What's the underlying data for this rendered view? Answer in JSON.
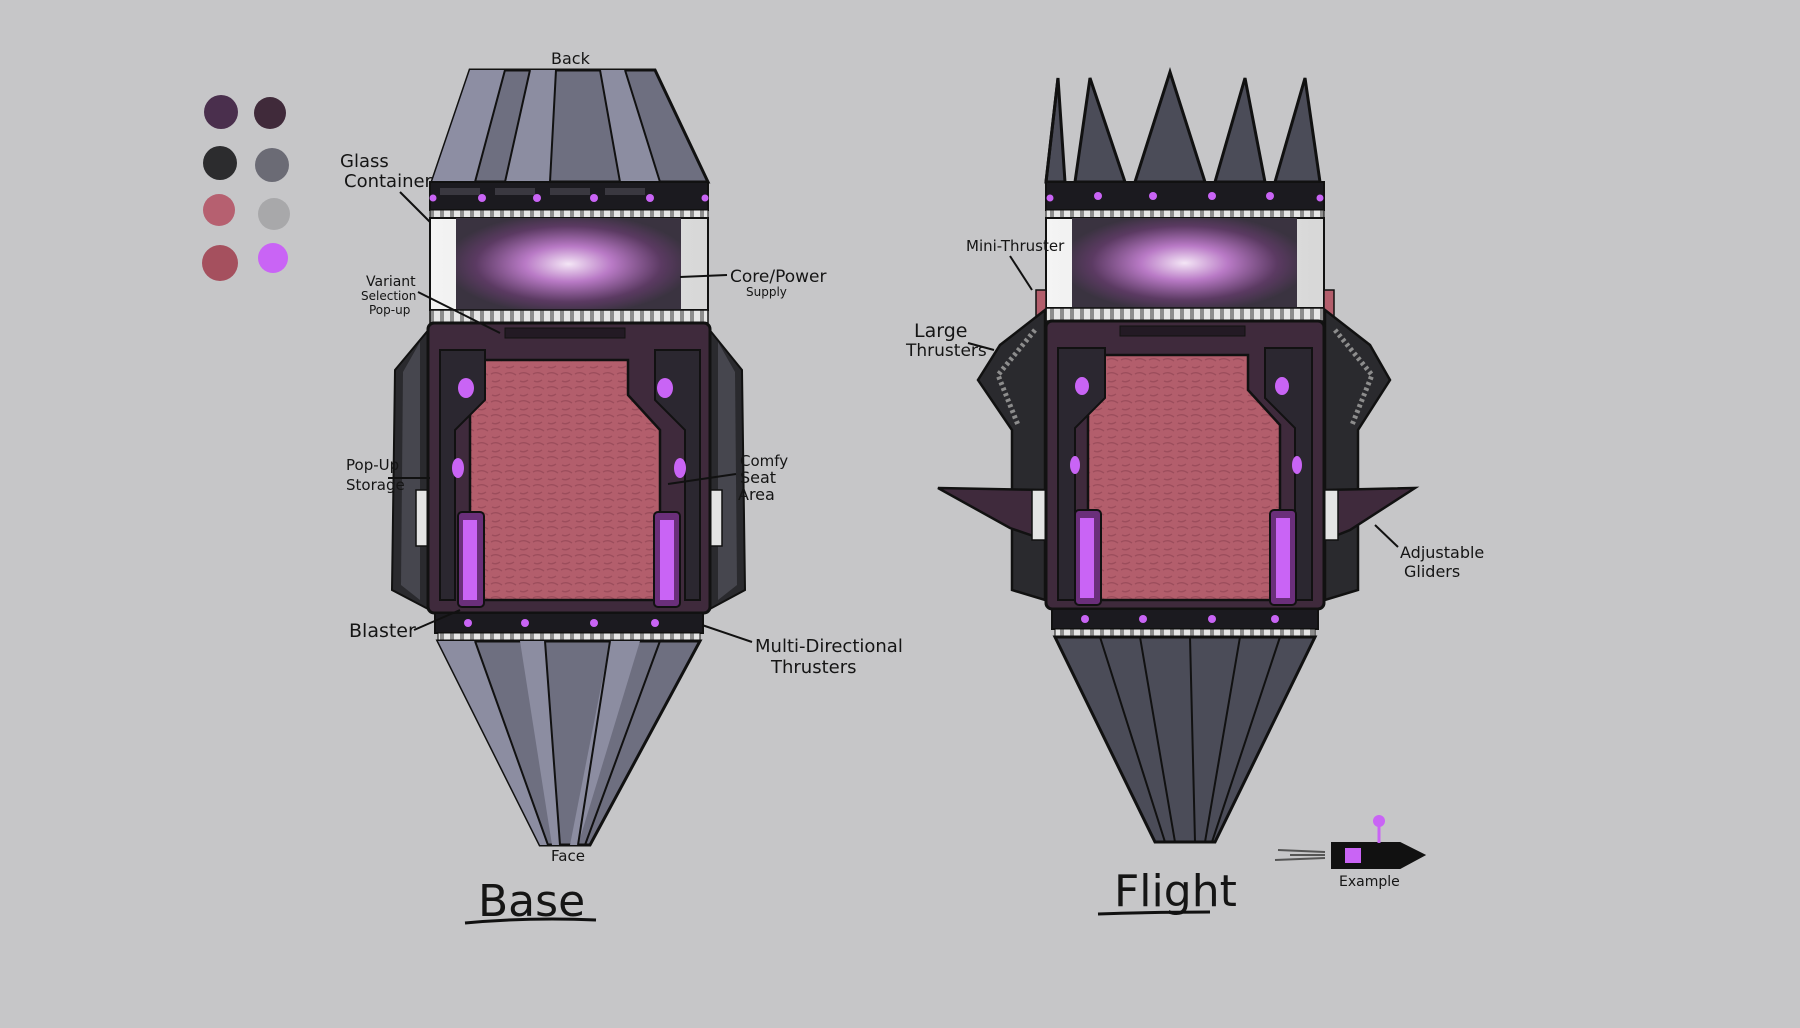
{
  "palette": {
    "swatches": [
      "#4a2f4d",
      "#402a3a",
      "#2c2c2e",
      "#6b6b75",
      "#b66070",
      "#a8a8aa",
      "#a5505e",
      "#c964f5"
    ]
  },
  "colors": {
    "background": "#c6c6c8",
    "hull_gray": "#6e6f80",
    "hull_dark": "#4b4c58",
    "frame_purple": "#3f2a3c",
    "seat_pink": "#b35e6c",
    "glow_violet": "#c964f5",
    "outline": "#111111"
  },
  "base_view": {
    "title": "Base",
    "labels": {
      "back": "Back",
      "glass_1": "Glass",
      "glass_2": "Container",
      "variant_1": "Variant",
      "variant_2": "Selection",
      "variant_3": "Pop-up",
      "core_1": "Core/Power",
      "core_2": "Supply",
      "popup_1": "Pop-Up",
      "popup_2": "Storage",
      "comfy_1": "Comfy",
      "comfy_2": "Seat",
      "comfy_3": "Area",
      "blaster": "Blaster",
      "multi_1": "Multi-Directional",
      "multi_2": "Thrusters",
      "face": "Face"
    }
  },
  "flight_view": {
    "title": "Flight",
    "labels": {
      "mini": "Mini-Thruster",
      "large_1": "Large",
      "large_2": "Thrusters",
      "gliders_1": "Adjustable",
      "gliders_2": "Gliders"
    }
  },
  "example": {
    "label": "Example"
  }
}
